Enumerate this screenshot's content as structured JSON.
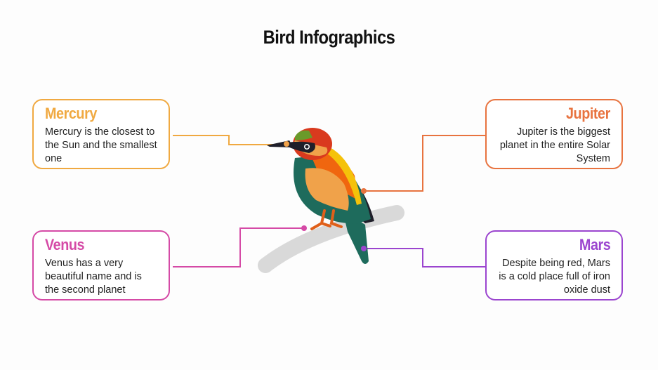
{
  "title": "Bird Infographics",
  "colors": {
    "mercury": "#f0a941",
    "jupiter": "#e8733f",
    "venus": "#d54aa6",
    "mars": "#9b45cf",
    "branch": "#d9d9d9"
  },
  "cards": {
    "mercury": {
      "heading": "Mercury",
      "text": "Mercury is the closest to the Sun and the smallest one"
    },
    "jupiter": {
      "heading": "Jupiter",
      "text": "Jupiter is the biggest planet in the entire Solar System"
    },
    "venus": {
      "heading": "Venus",
      "text": "Venus has a very beautiful name and is the second planet"
    },
    "mars": {
      "heading": "Mars",
      "text": "Despite being red, Mars is a cold place full of iron oxide dust"
    }
  },
  "illustration": {
    "icon": "bird-icon",
    "perch": "branch"
  }
}
